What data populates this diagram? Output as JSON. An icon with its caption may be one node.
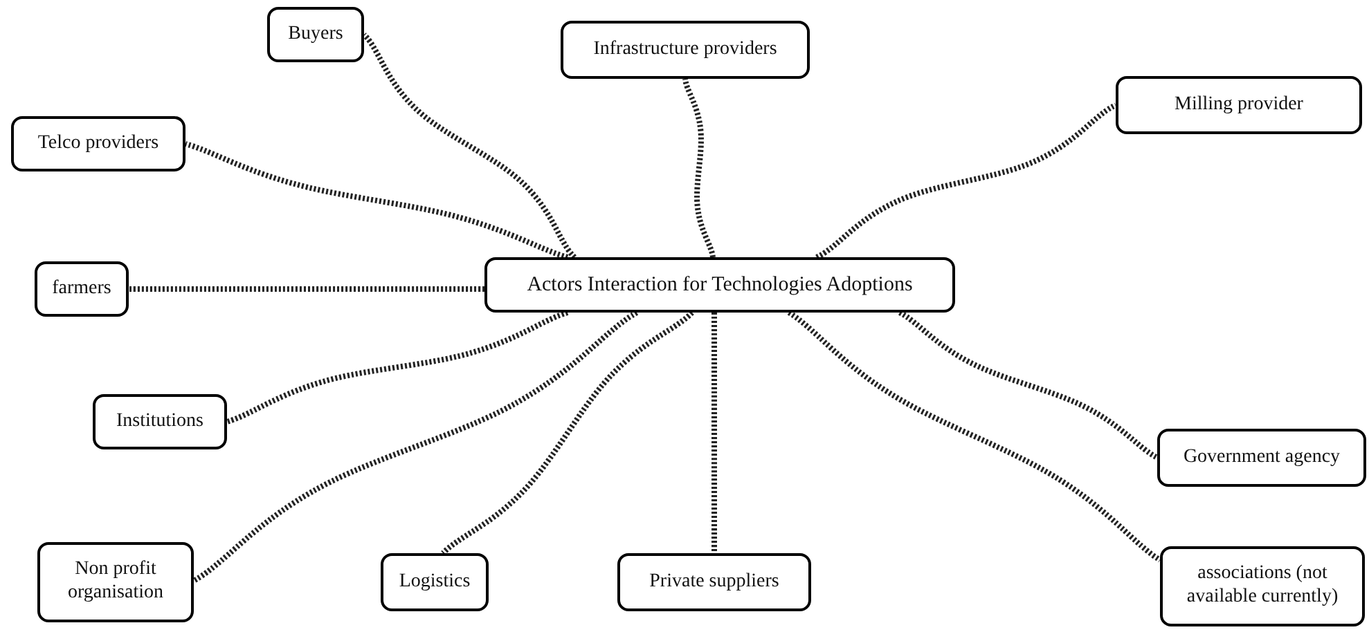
{
  "diagram": {
    "nodes": [
      {
        "text": [
          "Actors Interaction for Technologies Adoptions"
        ]
      },
      {
        "text": [
          "Buyers"
        ]
      },
      {
        "text": [
          "Infrastructure providers"
        ]
      },
      {
        "text": [
          "Milling provider"
        ]
      },
      {
        "text": [
          "Telco providers"
        ]
      },
      {
        "text": [
          "farmers"
        ]
      },
      {
        "text": [
          "Government agency"
        ]
      },
      {
        "text": [
          "Institutions"
        ]
      },
      {
        "text": [
          "Non profit organisation"
        ]
      },
      {
        "text": [
          "Logistics"
        ]
      },
      {
        "text": [
          "Private suppliers"
        ]
      },
      {
        "text": [
          "associations (not available currently)"
        ]
      }
    ],
    "edges": [
      {
        "from": 0,
        "to": 1,
        "arrow": "none",
        "style": "dashed"
      },
      {
        "from": 0,
        "to": 2,
        "arrow": "none",
        "style": "dashed"
      },
      {
        "from": 0,
        "to": 3,
        "arrow": "none",
        "style": "dashed"
      },
      {
        "from": 0,
        "to": 4,
        "arrow": "none",
        "style": "dashed"
      },
      {
        "from": 0,
        "to": 5,
        "arrow": "none",
        "style": "dashed"
      },
      {
        "from": 0,
        "to": 6,
        "arrow": "none",
        "style": "dashed"
      },
      {
        "from": 0,
        "to": 7,
        "arrow": "none",
        "style": "dashed"
      },
      {
        "from": 0,
        "to": 8,
        "arrow": "none",
        "style": "dashed"
      },
      {
        "from": 0,
        "to": 9,
        "arrow": "none",
        "style": "dashed"
      },
      {
        "from": 0,
        "to": 10,
        "arrow": "none",
        "style": "dashed"
      },
      {
        "from": 0,
        "to": 11,
        "arrow": "none",
        "style": "dashed"
      }
    ]
  }
}
